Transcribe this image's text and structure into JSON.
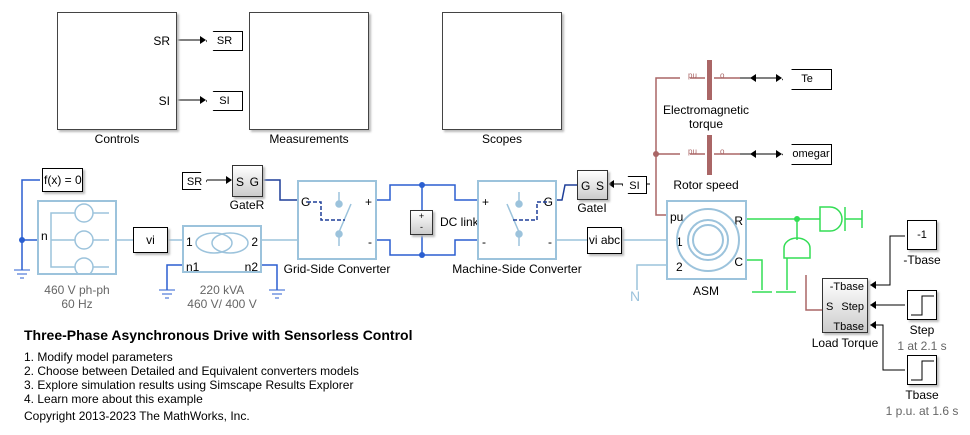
{
  "subsystems": {
    "controls": "Controls",
    "measurements": "Measurements",
    "scopes": "Scopes"
  },
  "controls_ports": {
    "sr": "SR",
    "si": "SI"
  },
  "goto_tags": {
    "sr": "SR",
    "si": "SI",
    "te": "Te",
    "omegar": "omegar"
  },
  "from_tags": {
    "sr": "SR",
    "si": "SI"
  },
  "solver": "f(x) = 0",
  "source": {
    "port_n": "n",
    "line1": "460 V ph-ph",
    "line2": "60 Hz"
  },
  "vi": "vi",
  "transformer": {
    "p1": "1",
    "p2": "2",
    "n1": "n1",
    "n2": "n2",
    "line1": "220 kVA",
    "line2": "460 V/ 400 V"
  },
  "gateR": {
    "s": "S",
    "g": "G",
    "label": "GateR"
  },
  "grid_conv": {
    "g": "G",
    "plus": "+",
    "minus": "-",
    "label": "Grid-Side Converter"
  },
  "dc_link": {
    "label": "DC link",
    "plus": "+",
    "minus": "-"
  },
  "machine_conv": {
    "g": "G",
    "plus": "+",
    "minus": "-",
    "label": "Machine-Side Converter"
  },
  "gateI": {
    "g": "G",
    "s": "S",
    "label": "GateI"
  },
  "vi_abc": "vi abc",
  "asm": {
    "pu": "pu",
    "p1": "1",
    "p2": "2",
    "r": "R",
    "c": "C",
    "label": "ASM"
  },
  "em_torque": {
    "label1": "Electromagnetic",
    "label2": "torque",
    "in": "pu",
    "out": "o"
  },
  "rotor_speed": {
    "label": "Rotor speed",
    "in": "pu",
    "out": "o"
  },
  "load_torque": {
    "label": "Load Torque",
    "p1": "-Tbase",
    "p2": "Step",
    "p3": "Tbase",
    "s": "S"
  },
  "neg_tbase": {
    "value": "-1",
    "label": "-Tbase"
  },
  "step": {
    "label": "Step",
    "sub": "1 at 2.1 s"
  },
  "tbase": {
    "label": "Tbase",
    "sub": "1 p.u. at 1.6 s"
  },
  "doc": {
    "title": "Three-Phase Asynchronous Drive with Sensorless Control",
    "items": [
      "1. Modify model parameters",
      "2. Choose between Detailed and Equivalent converters models",
      "3. Explore simulation results using Simscape Results Explorer",
      "4. Learn more about this example"
    ],
    "copyright": "Copyright 2013-2023 The MathWorks, Inc."
  },
  "colors": {
    "electrical": "#9cc3dc",
    "signal_gate": "#1f3f99",
    "physical": "#a66",
    "mechanical": "#33dd55",
    "dc": "#2b5fd0"
  }
}
